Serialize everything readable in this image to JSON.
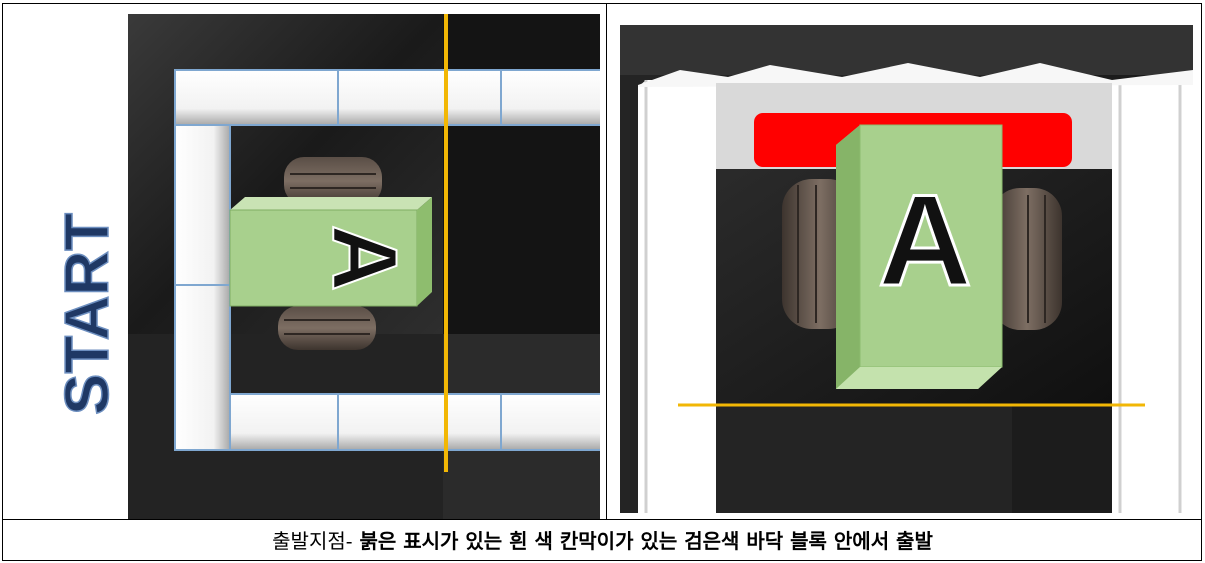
{
  "left_panel": {
    "start_label": "START",
    "block_letter": "A"
  },
  "right_panel": {
    "block_letter": "A"
  },
  "caption": {
    "prefix": "출발지점-",
    "bold_text": " 붉은 표시가 있는 흰 색 칸막이가 있는 검은색 바닥 블록 안에서 출발"
  },
  "colors": {
    "guide_line": "#f2b705",
    "block_green": "#a8d08d",
    "marker_red": "#ff0000",
    "start_text": "#1f3864"
  }
}
